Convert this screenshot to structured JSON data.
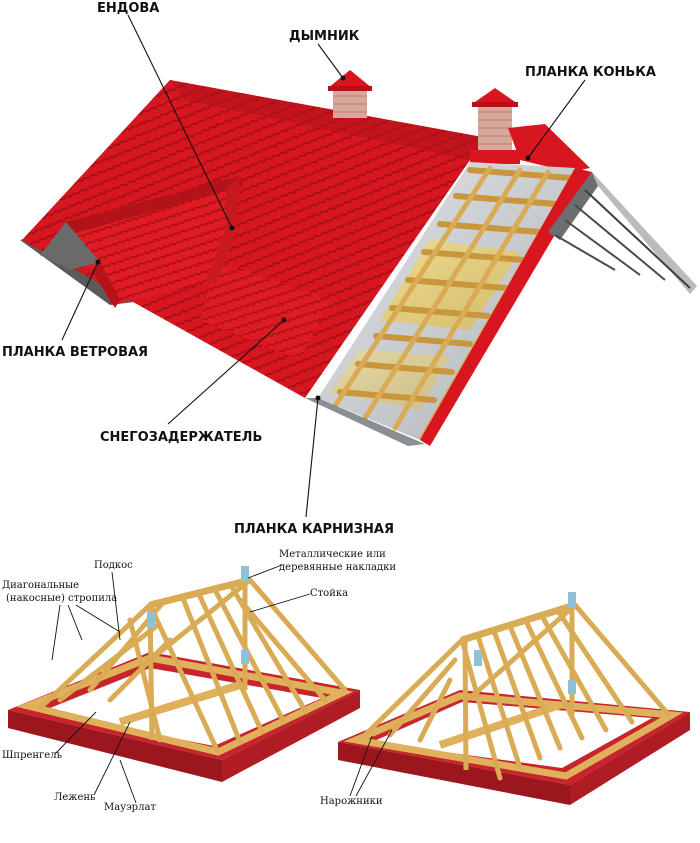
{
  "top_labels": {
    "valley": "ЕНДОВА",
    "chimney": "ДЫМНИК",
    "ridge_strip": "ПЛАНКА КОНЬКА",
    "wind_strip": "ПЛАНКА ВЕТРОВАЯ",
    "snow_guard": "СНЕГОЗАДЕРЖАТЕЛЬ",
    "eaves_strip": "ПЛАНКА КАРНИЗНАЯ"
  },
  "frame_labels": {
    "brace": "Подкос",
    "diagonal_rafters_line1": "Диагональные",
    "diagonal_rafters_line2": "(накосные) стропила",
    "plates_line1": "Металлические или",
    "plates_line2": "деревянные накладки",
    "post": "Стойка",
    "truss": "Шпренгель",
    "sill": "Лежень",
    "mauerlat": "Мауэрлат",
    "jack_rafters": "Нарожники"
  },
  "colors": {
    "roof_red": "#d8161f",
    "roof_dark": "#a60f16",
    "wood": "#e0b15c",
    "brick": "#c8242c",
    "insulation": "#e8d27a",
    "membrane": "#cfd3d6"
  }
}
